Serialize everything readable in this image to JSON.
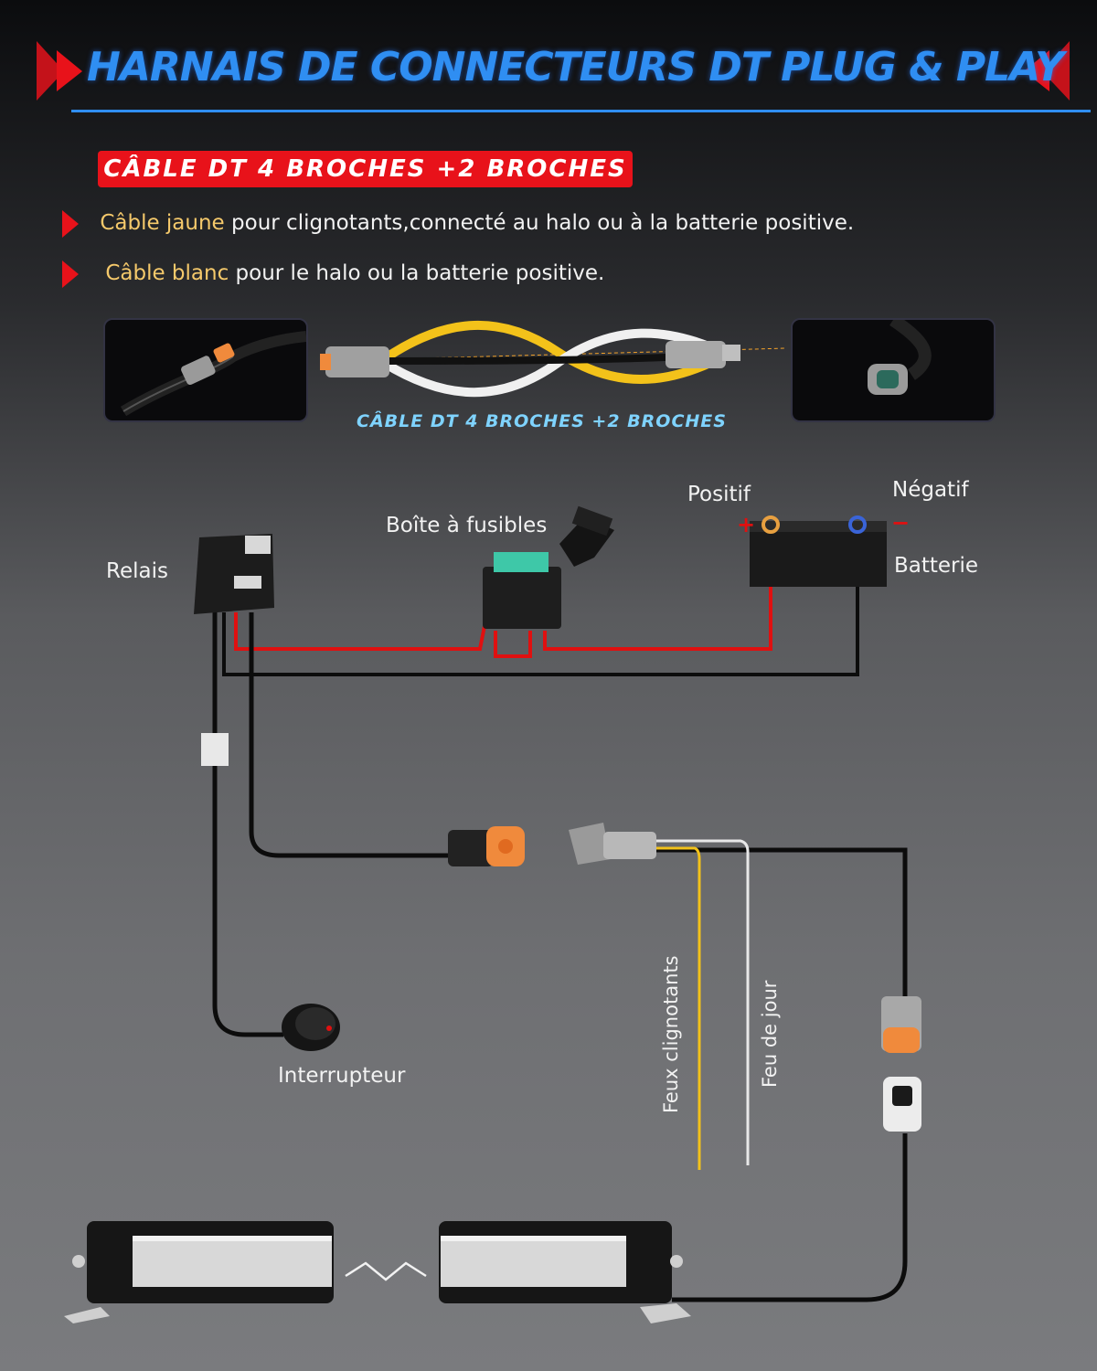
{
  "header": {
    "title": "HARNAIS DE CONNECTEURS DT PLUG & PLAY"
  },
  "badge": {
    "label": "CÂBLE DT 4 BROCHES +2 BROCHES"
  },
  "bullets": [
    {
      "highlight": "Câble jaune",
      "text": " pour clignotants,connecté au halo ou à la batterie positive."
    },
    {
      "highlight": "Câble blanc",
      "text": " pour le halo ou la batterie positive."
    }
  ],
  "cable_caption": "CÂBLE DT 4 BROCHES +2 BROCHES",
  "diagram": {
    "relay": "Relais",
    "fuse_box": "Boîte à fusibles",
    "positive": "Positif",
    "negative": "Négatif",
    "battery": "Batterie",
    "switch": "Interrupteur",
    "turn_signals": "Feux clignotants",
    "daytime": "Feu de jour"
  },
  "colors": {
    "title_blue": "#2f8ef2",
    "badge_red": "#e8121a",
    "highlight_yellow": "#f5c96b",
    "wire_red": "#e01010",
    "wire_black": "#0c0c0c",
    "wire_yellow": "#f3c21a",
    "wire_white": "#e8e8e8",
    "connector_orange": "#f08a3c"
  }
}
